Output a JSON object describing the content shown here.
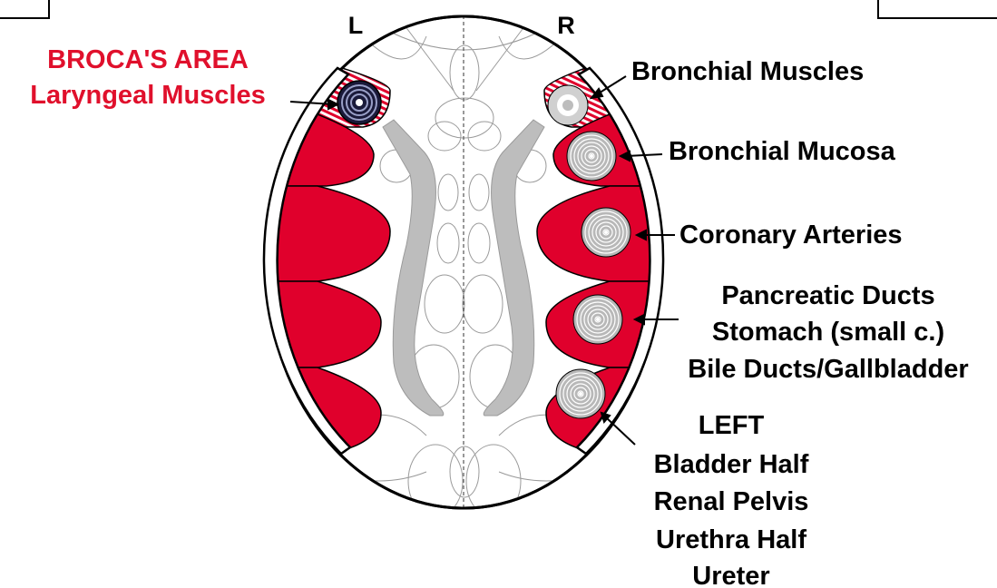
{
  "sides": {
    "left": "L",
    "right": "R"
  },
  "left_labels": {
    "title": "BROCA'S AREA",
    "subtitle": "Laryngeal Muscles"
  },
  "right_labels": {
    "bronchial_muscles": "Bronchial Muscles",
    "bronchial_mucosa": "Bronchial Mucosa",
    "coronary_arteries": "Coronary Arteries",
    "group_digestive": [
      "Pancreatic Ducts",
      "Stomach (small c.)",
      "Bile Ducts/Gallbladder"
    ],
    "group_urinary": [
      "LEFT",
      "Bladder Half",
      "Renal Pelvis",
      "Urethra Half",
      "Ureter"
    ]
  },
  "colors": {
    "relay_red": "#e0002c",
    "label_red": "#e0102c",
    "ring_gray": "#b8b8b8",
    "structure_gray": "#bdbdbd",
    "outline": "#000000"
  }
}
